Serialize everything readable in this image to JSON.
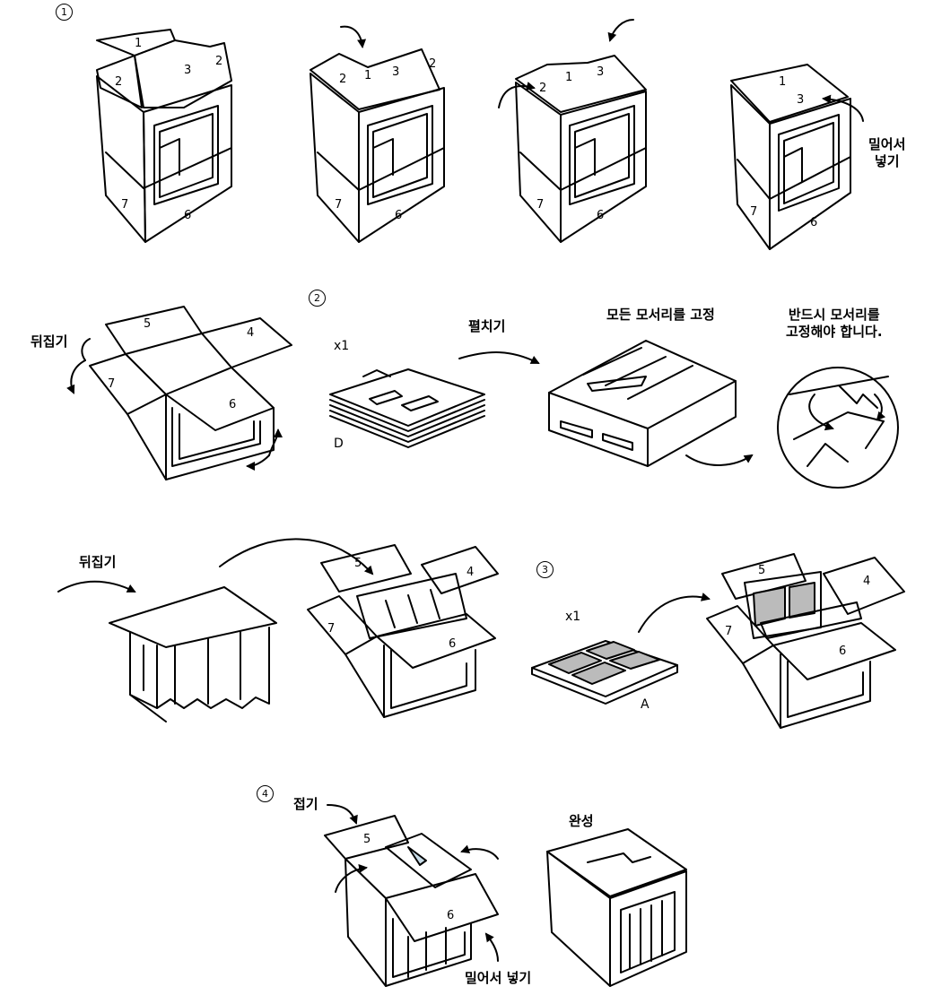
{
  "steps": [
    "1",
    "2",
    "3",
    "4"
  ],
  "labels": {
    "push_in_1": "밀어서\n넣기",
    "flip_1": "뒤집기",
    "unfold": "펼치기",
    "fix_all_corners": "모든 모서리를 고정",
    "must_fix_corners": "반드시 모서리를\n고정해야 합니다.",
    "flip_2": "뒤집기",
    "fold": "접기",
    "done": "완성",
    "push_in_2": "밀어서 넣기"
  },
  "parts": {
    "part_d_qty": "x1",
    "part_d_letter": "D",
    "part_a_qty": "x1",
    "part_a_letter": "A"
  },
  "flap_numbers": {
    "one": "1",
    "two": "2",
    "three": "3",
    "four": "4",
    "five": "5",
    "six": "6",
    "seven": "7"
  }
}
